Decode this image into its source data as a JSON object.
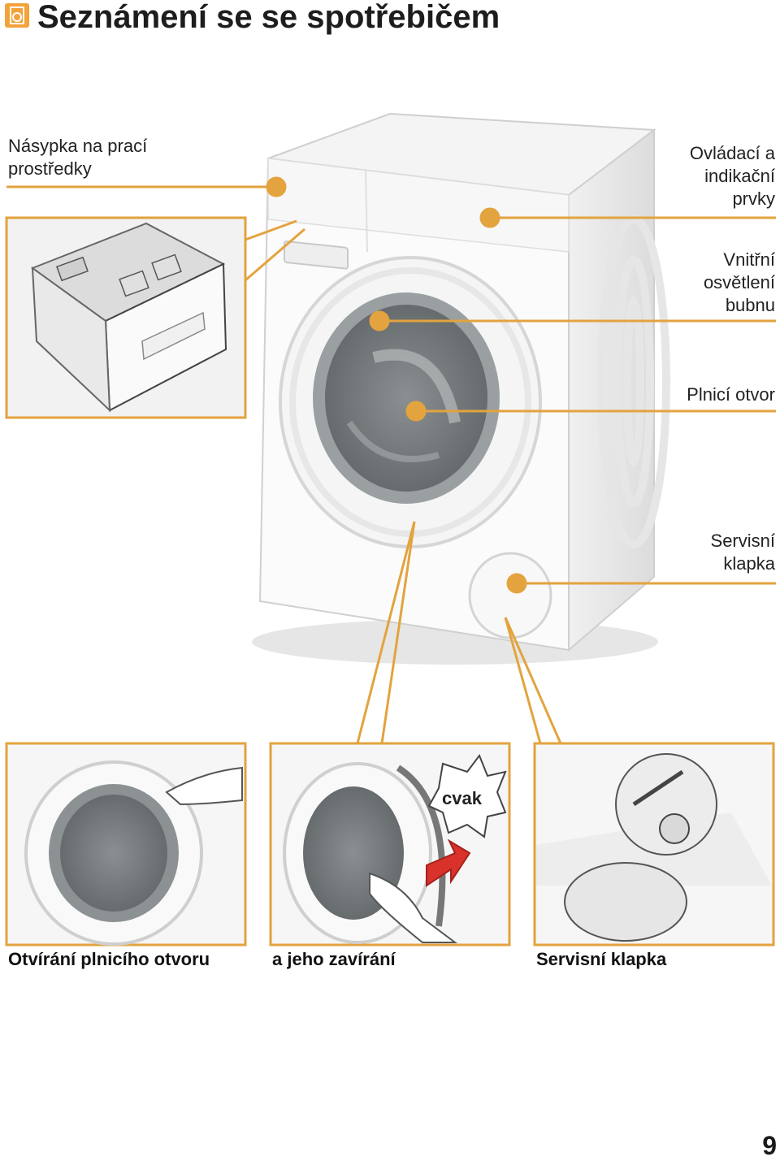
{
  "header": {
    "title": "Seznámení se se spotřebičem",
    "icon": "washing-machine-icon",
    "accent_color": "#f2a33a"
  },
  "callouts": {
    "detergent_drawer": [
      "Násypka na prací",
      "prostředky"
    ],
    "controls": [
      "Ovládací a",
      "indikační",
      "prvky"
    ],
    "drum_light": [
      "Vnitřní",
      "osvětlení",
      "bubnu"
    ],
    "loading_door": "Plnicí otvor",
    "service_flap": [
      "Servisní",
      "klapka"
    ]
  },
  "panels": [
    {
      "caption": "Otvírání plnicího otvoru"
    },
    {
      "caption": "a jeho zavírání",
      "sound_label": "cvak"
    },
    {
      "caption": "Servisní klapka"
    }
  ],
  "page_number": "9"
}
